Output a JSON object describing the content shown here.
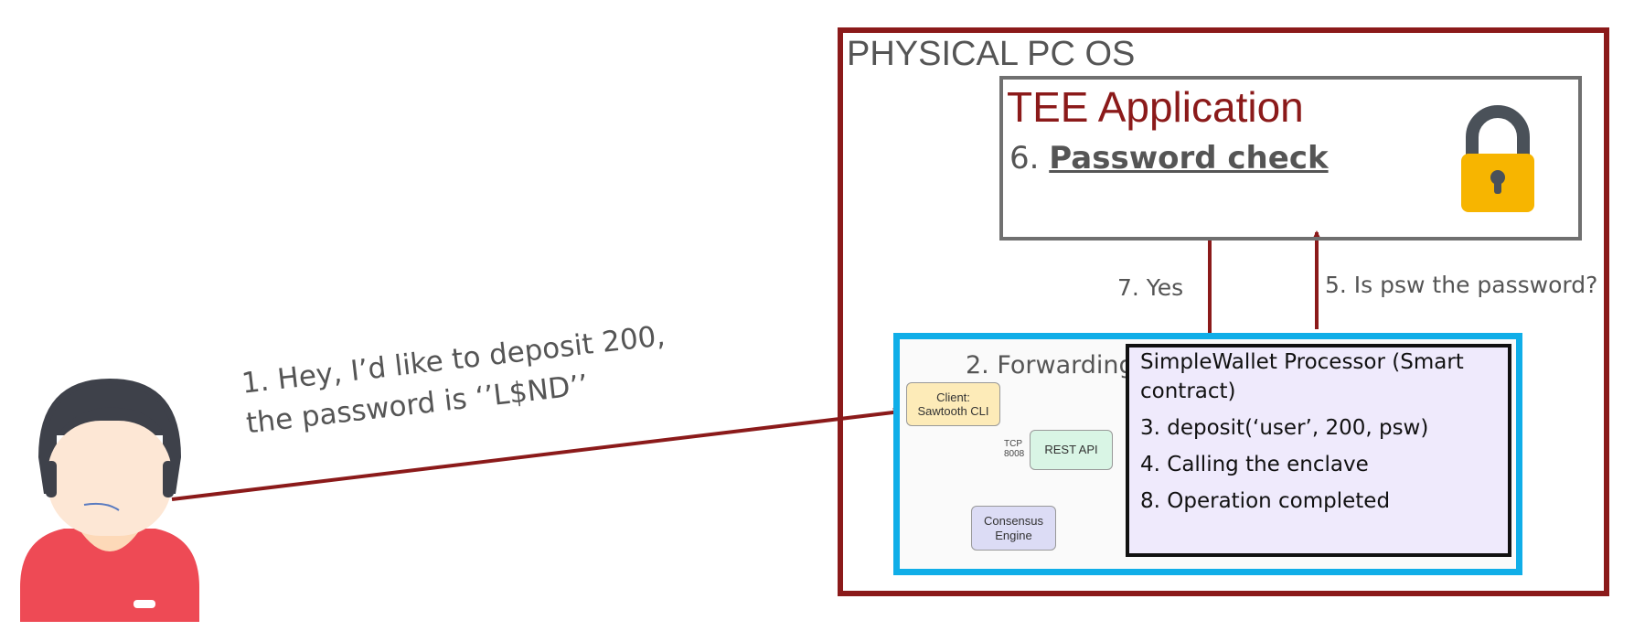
{
  "os": {
    "title": "PHYSICAL PC OS"
  },
  "tee": {
    "title": "TEE Application",
    "step_number": "6.",
    "step_label": "Password check"
  },
  "system": {
    "forwarding_label": "2. Forwarding",
    "client": {
      "line1": "Client:",
      "line2": "Sawtooth CLI"
    },
    "rest_api": "REST API",
    "tcp": {
      "line1": "TCP",
      "line2": "8008"
    },
    "consensus": {
      "line1": "Consensus",
      "line2": "Engine"
    }
  },
  "processor": {
    "title_line1": "SimpleWallet Processor (Smart",
    "title_line2": "contract)",
    "step3": "3. deposit(‘user’, 200, psw)",
    "step4": "4. Calling the enclave",
    "step8": "8. Operation completed"
  },
  "flow": {
    "step7": "7. Yes",
    "step5": "5. Is psw the password?"
  },
  "user": {
    "message_line1": "1. Hey, I’d like to deposit 200,",
    "message_line2": "the password is ‘’L$ND’’"
  },
  "colors": {
    "os_border": "#8b1a1a",
    "tee_title": "#8b1a1a",
    "system_border": "#10aee8",
    "arrow": "#8b1a1a",
    "lock_body": "#f7b500",
    "lock_shackle": "#4a5159"
  },
  "icons": {
    "lock": "padlock-icon",
    "user": "user-avatar-icon"
  }
}
